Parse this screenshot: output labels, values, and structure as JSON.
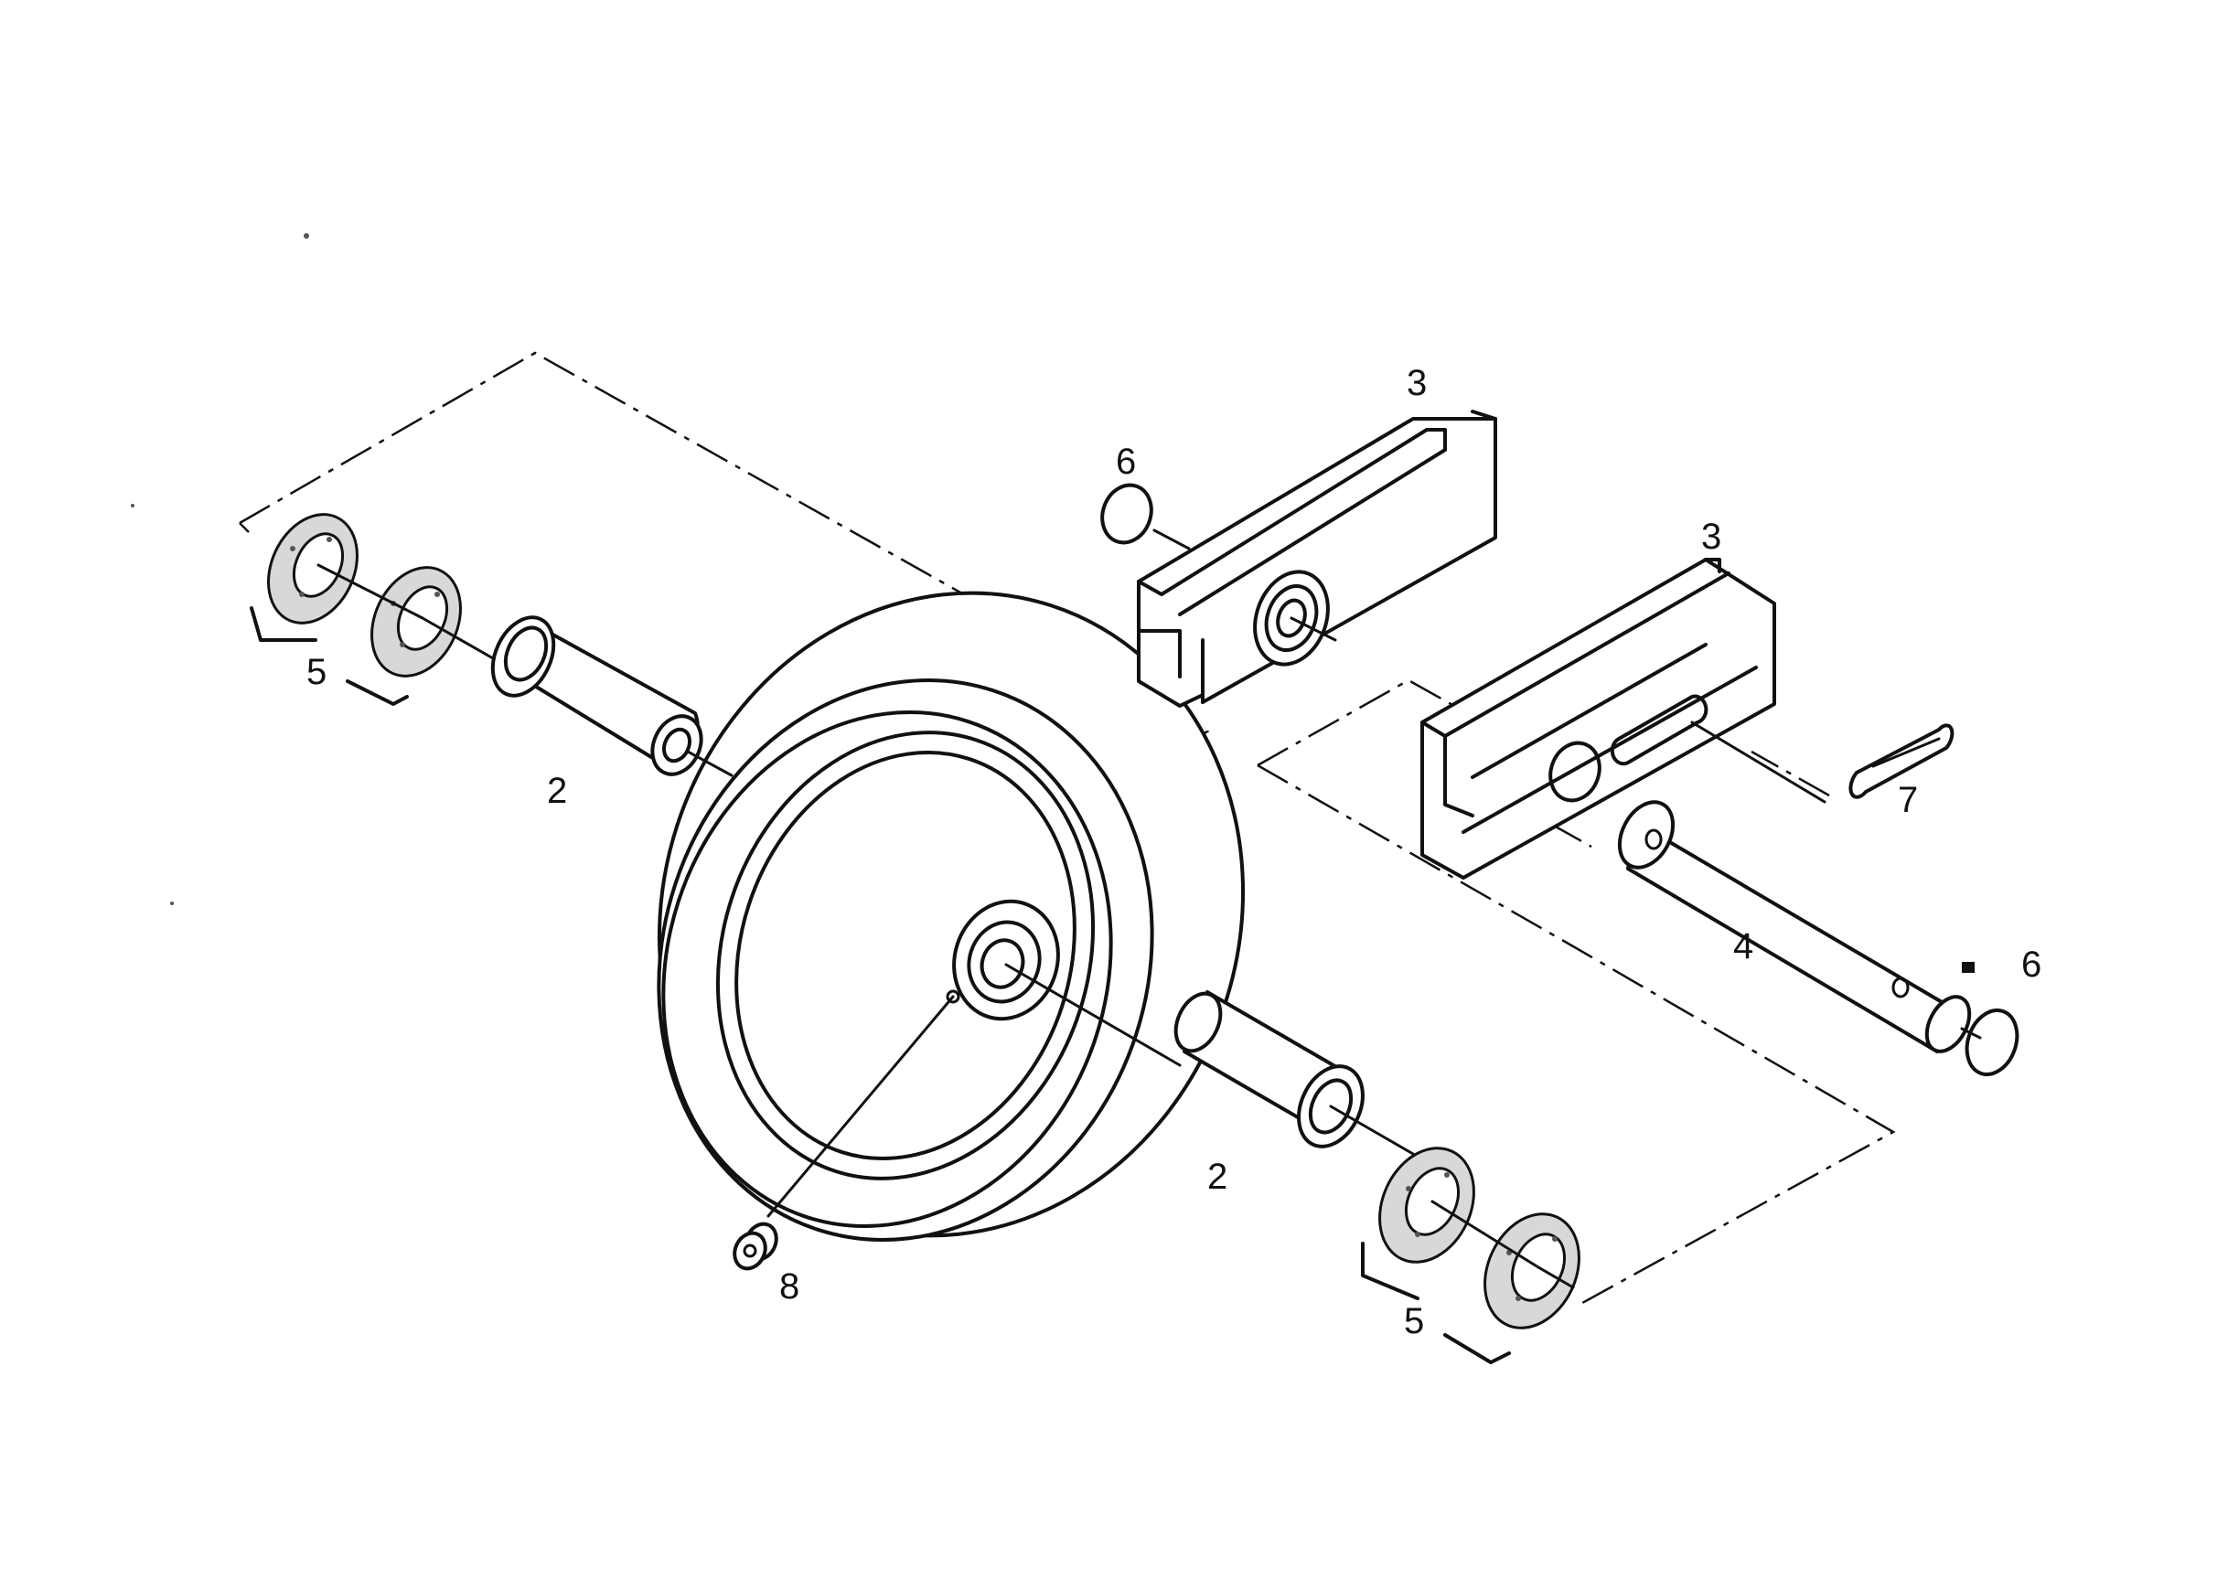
{
  "callouts": {
    "bushing_left": "2",
    "bushing_right": "2",
    "bracket_upper": "3",
    "bracket_lower": "3",
    "shaft": "4",
    "seal_group_left": "5",
    "seal_group_right": "5",
    "oring_upper": "6",
    "oring_right": "6",
    "pin": "7",
    "plug": "8"
  }
}
